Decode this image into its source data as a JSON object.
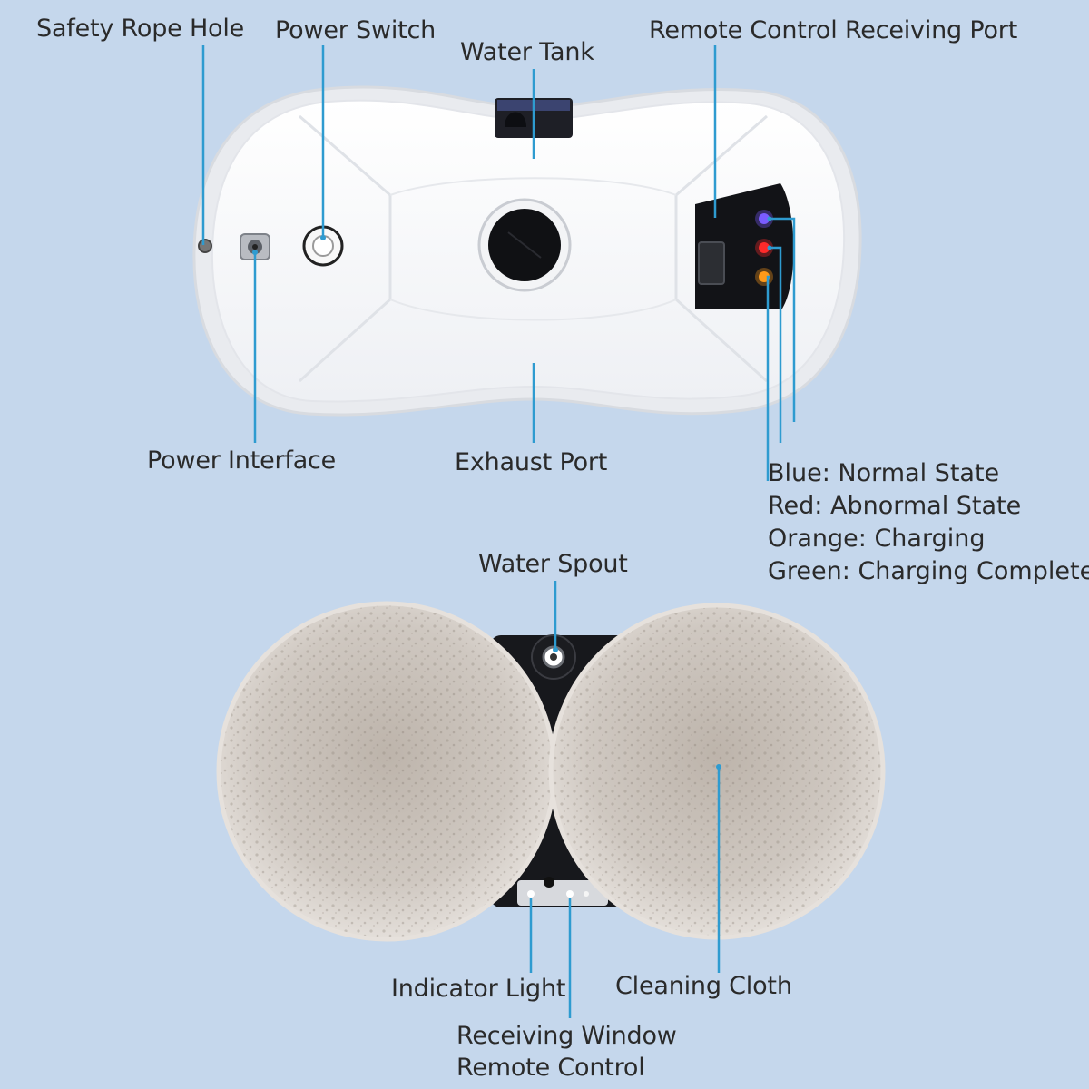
{
  "labels": {
    "safety_rope_hole": "Safety Rope Hole",
    "power_switch": "Power Switch",
    "water_tank": "Water Tank",
    "remote_port": "Remote Control Receiving Port",
    "power_interface": "Power Interface",
    "exhaust_port": "Exhaust Port",
    "water_spout": "Water Spout",
    "indicator_light": "Indicator Light",
    "cleaning_cloth": "Cleaning Cloth",
    "receiving_window_line1": "Receiving Window",
    "receiving_window_line2": "Remote Control"
  },
  "legend": [
    {
      "text": "Blue: Normal State"
    },
    {
      "text": "Red: Abnormal State"
    },
    {
      "text": "Orange: Charging"
    },
    {
      "text": "Green: Charging Complete"
    }
  ],
  "colors": {
    "background": "#c5d7ec",
    "leader_line": "#2e9bd0",
    "led_blue": "#7a5cff",
    "led_red": "#ff2a2a",
    "led_orange": "#ff9a1a",
    "device_body": "#ffffff",
    "cloth": "#cdc6bf"
  }
}
